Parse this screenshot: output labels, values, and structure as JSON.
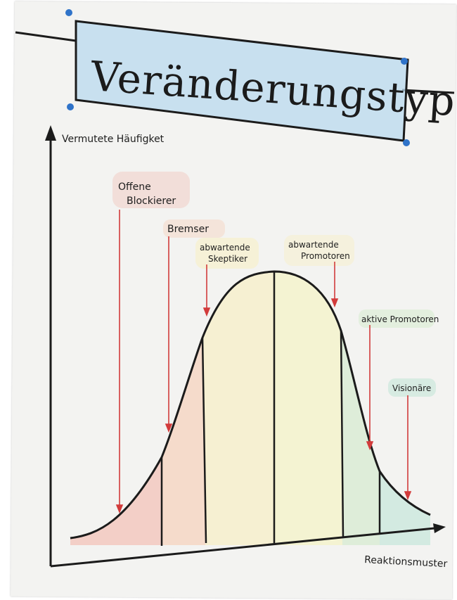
{
  "title": "Veränderungstypen",
  "y_axis_label": "Vermutete Häufigket",
  "x_axis_label": "Reaktionsmuster",
  "segments": [
    {
      "line1": "Offene",
      "line2": "Blockierer",
      "color": "#f2c6bd"
    },
    {
      "line1": "Bremser",
      "line2": "",
      "color": "#f5d6c4"
    },
    {
      "line1": "abwartende",
      "line2": "Skeptiker",
      "color": "#f6efcc"
    },
    {
      "line1": "abwartende",
      "line2": "Promotoren",
      "color": "#f3f2cc"
    },
    {
      "line1": "aktive Promotoren",
      "line2": "",
      "color": "#dcecd6"
    },
    {
      "line1": "Visionäre",
      "line2": "",
      "color": "#cfe9df"
    }
  ],
  "colors": {
    "title_box": "#b9d9ee",
    "arrow": "#d23b3b",
    "ink": "#1b1b1b",
    "pin": "#2f73c9"
  }
}
